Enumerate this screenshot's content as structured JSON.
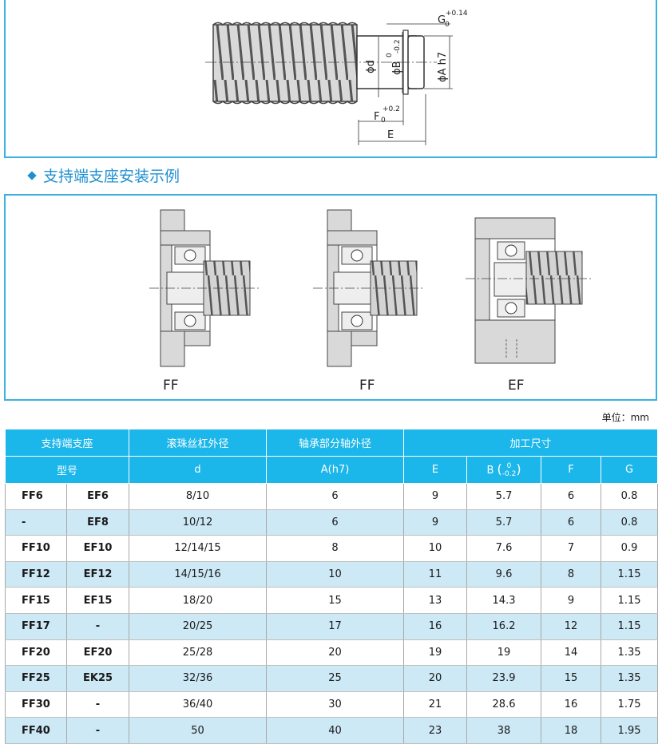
{
  "diagram_top": {
    "labels": {
      "g": "G",
      "g_sub": "0",
      "g_tol": "+0.14",
      "phi_d": "ϕd",
      "phi_b": "ϕB",
      "b_sup": "0",
      "b_sub": "-0.2",
      "phi_a": "ϕA h7",
      "f": "F",
      "f_sub": "0",
      "f_tol": "+0.2",
      "e": "E"
    }
  },
  "section_title": "支持端支座安装示例",
  "examples": [
    {
      "label": "FF"
    },
    {
      "label": "FF"
    },
    {
      "label": "EF"
    }
  ],
  "unit_note": "单位：mm",
  "table": {
    "header1": {
      "support": "支持端支座",
      "screw_od": "滚珠丝杠外径",
      "bearing_od": "轴承部分轴外径",
      "machining": "加工尺寸"
    },
    "header2": {
      "model": "型号",
      "d": "d",
      "a": "A(h7)",
      "e": "E",
      "b": "B",
      "b_sup": "0",
      "b_sub": "-0.2",
      "f": "F",
      "g": "G"
    },
    "rows": [
      {
        "ff": "FF6",
        "ef": "EF6",
        "d": "8/10",
        "a": "6",
        "e": "9",
        "b": "5.7",
        "f": "6",
        "g": "0.8"
      },
      {
        "ff": "-",
        "ef": "EF8",
        "d": "10/12",
        "a": "6",
        "e": "9",
        "b": "5.7",
        "f": "6",
        "g": "0.8"
      },
      {
        "ff": "FF10",
        "ef": "EF10",
        "d": "12/14/15",
        "a": "8",
        "e": "10",
        "b": "7.6",
        "f": "7",
        "g": "0.9"
      },
      {
        "ff": "FF12",
        "ef": "EF12",
        "d": "14/15/16",
        "a": "10",
        "e": "11",
        "b": "9.6",
        "f": "8",
        "g": "1.15"
      },
      {
        "ff": "FF15",
        "ef": "EF15",
        "d": "18/20",
        "a": "15",
        "e": "13",
        "b": "14.3",
        "f": "9",
        "g": "1.15"
      },
      {
        "ff": "FF17",
        "ef": "-",
        "d": "20/25",
        "a": "17",
        "e": "16",
        "b": "16.2",
        "f": "12",
        "g": "1.15"
      },
      {
        "ff": "FF20",
        "ef": "EF20",
        "d": "25/28",
        "a": "20",
        "e": "19",
        "b": "19",
        "f": "14",
        "g": "1.35"
      },
      {
        "ff": "FF25",
        "ef": "EK25",
        "d": "32/36",
        "a": "25",
        "e": "20",
        "b": "23.9",
        "f": "15",
        "g": "1.35"
      },
      {
        "ff": "FF30",
        "ef": "-",
        "d": "36/40",
        "a": "30",
        "e": "21",
        "b": "28.6",
        "f": "16",
        "g": "1.75"
      },
      {
        "ff": "FF40",
        "ef": "-",
        "d": "50",
        "a": "40",
        "e": "23",
        "b": "38",
        "f": "18",
        "g": "1.95"
      }
    ]
  }
}
